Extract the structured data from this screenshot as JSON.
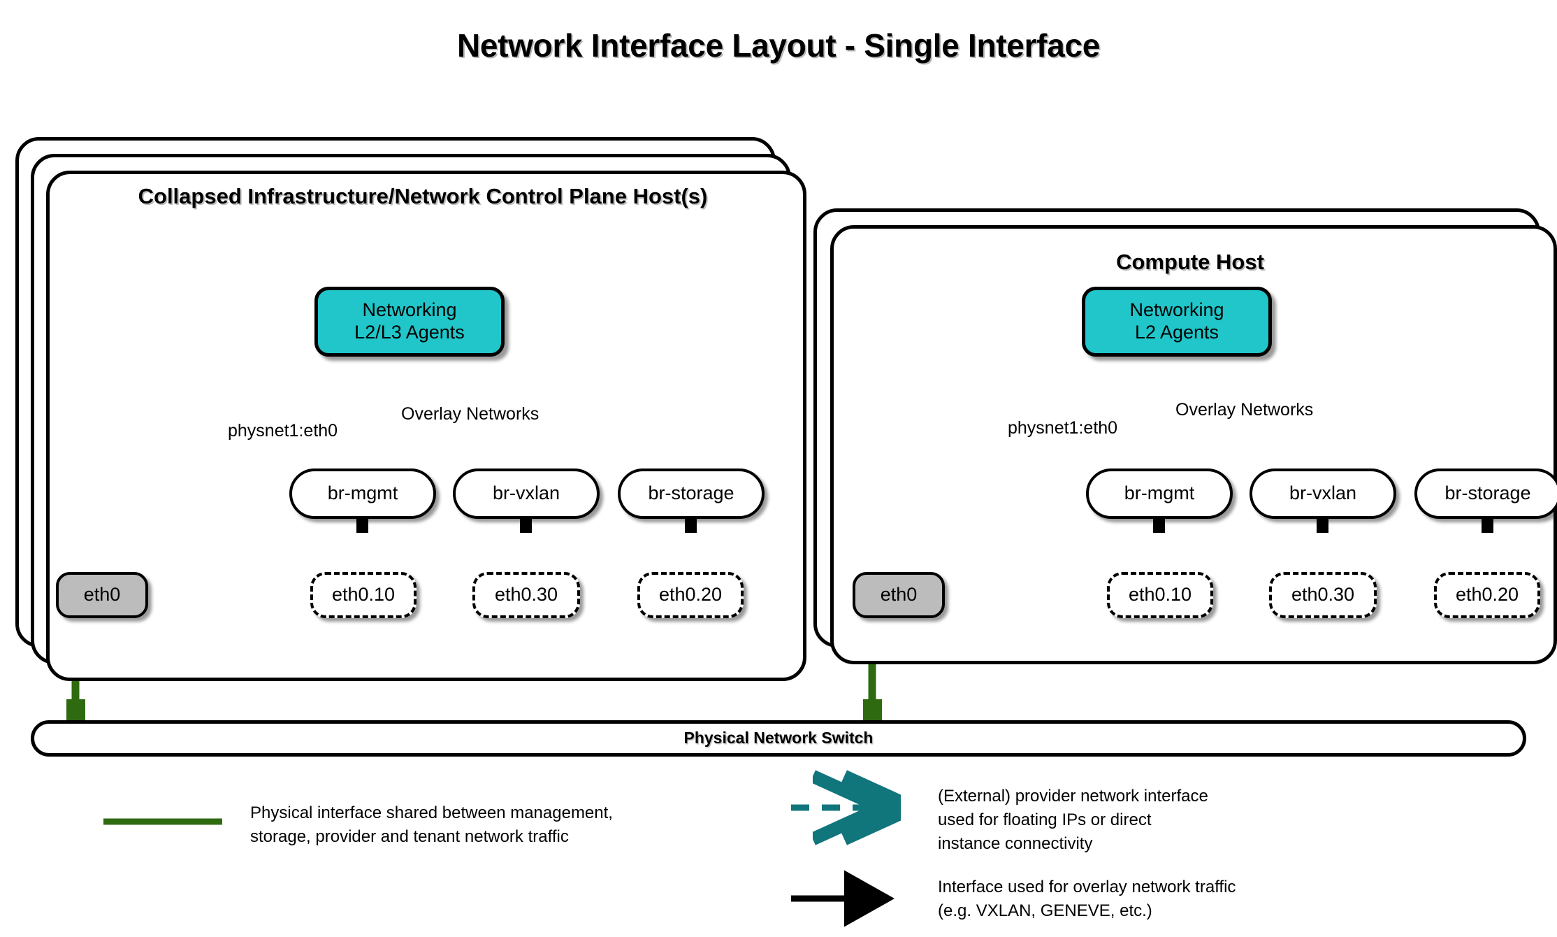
{
  "title": "Network Interface Layout - Single Interface",
  "colors": {
    "agent_fill": "#20c6c9",
    "physical_iface": "#2e6b10",
    "provider_arrow": "#11757c",
    "overlay_arrow": "#000000",
    "phys_node_fill": "#bcbcbc"
  },
  "hosts": [
    {
      "id": "control-plane",
      "title": "Collapsed Infrastructure/Network\nControl Plane Host(s)",
      "stack_layers": 3,
      "agents": {
        "label": "Networking\nL2/L3 Agents"
      },
      "edge_labels": {
        "provider": "physnet1:eth0",
        "overlay": "Overlay Networks"
      },
      "bridges": [
        "br-mgmt",
        "br-vxlan",
        "br-storage"
      ],
      "physical_interface": "eth0",
      "vlan_interfaces": [
        "eth0.10",
        "eth0.30",
        "eth0.20"
      ]
    },
    {
      "id": "compute",
      "title": "Compute Host",
      "stack_layers": 2,
      "agents": {
        "label": "Networking\nL2 Agents"
      },
      "edge_labels": {
        "provider": "physnet1:eth0",
        "overlay": "Overlay Networks"
      },
      "bridges": [
        "br-mgmt",
        "br-vxlan",
        "br-storage"
      ],
      "physical_interface": "eth0",
      "vlan_interfaces": [
        "eth0.10",
        "eth0.30",
        "eth0.20"
      ]
    }
  ],
  "switch": {
    "label": "Physical Network Switch"
  },
  "legend": [
    {
      "key": "physical-interface",
      "marker": "solid-green-line",
      "text": "Physical interface shared between management,\nstorage, provider and tenant network traffic"
    },
    {
      "key": "provider-network-interface",
      "marker": "dashed-teal-double-arrow",
      "text": "(External) provider network interface\nused for floating IPs or direct\ninstance connectivity"
    },
    {
      "key": "overlay-network-interface",
      "marker": "solid-black-double-arrow",
      "text": "Interface used for overlay network traffic\n(e.g. VXLAN, GENEVE, etc.)"
    }
  ]
}
